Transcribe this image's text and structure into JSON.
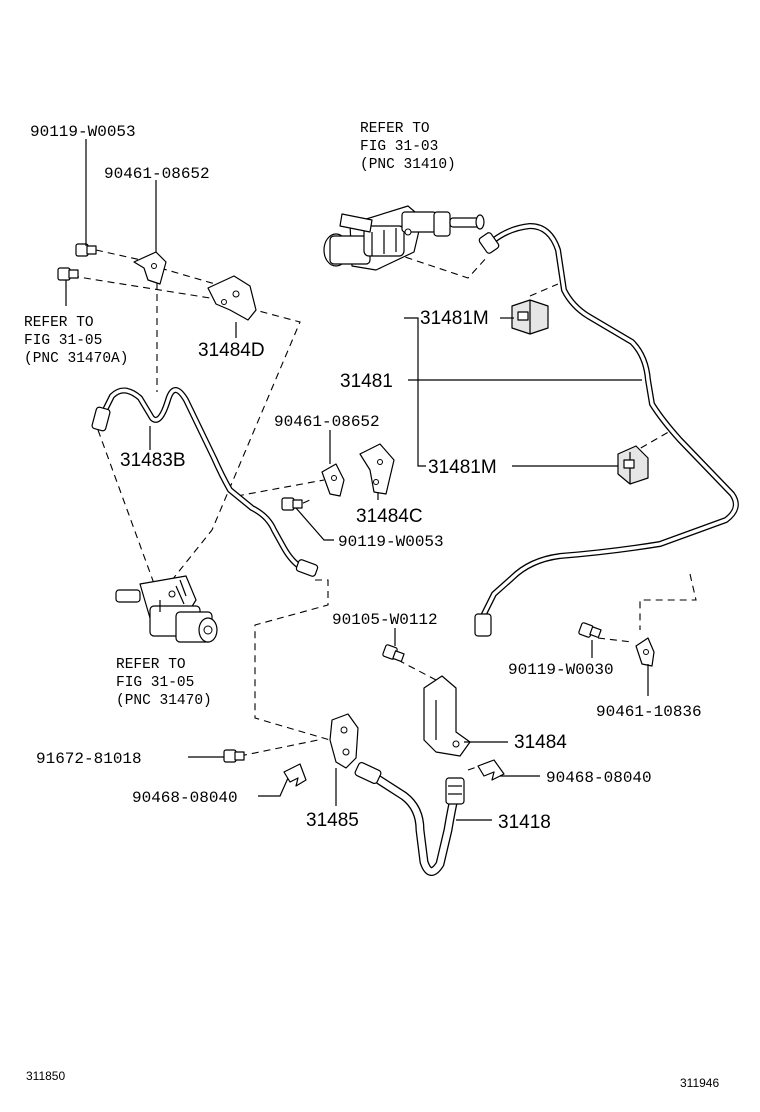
{
  "diagram": {
    "labels": {
      "bolt_top_left": "90119-W0053",
      "clamp_top_left": "90461-08652",
      "refer_master_1": "REFER TO",
      "refer_master_2": "FIG 31-03",
      "refer_master_3": "(PNC 31410)",
      "refer_left_1": "REFER TO",
      "refer_left_2": "FIG 31-05",
      "refer_left_3": "(PNC 31470A)",
      "bracket_d": "31484D",
      "tube_b": "31483B",
      "clamp_m_upper": "31481M",
      "tube_main": "31481",
      "clamp_mid": "90461-08652",
      "clamp_m_lower": "31481M",
      "bracket_c": "31484C",
      "bolt_mid": "90119-W0053",
      "bolt_right_mid": "90105-W0112",
      "bolt_right": "90119-W0030",
      "clamp_right": "90461-10836",
      "refer_slave_1": "REFER TO",
      "refer_slave_2": "FIG 31-05",
      "refer_slave_3": "(PNC 31470)",
      "bolt_bottom_left": "91672-81018",
      "clip_bottom_left": "90468-08040",
      "bracket_31485": "31485",
      "bracket_31484": "31484",
      "clip_bottom_right": "90468-08040",
      "hose": "31418",
      "code_left": "311850",
      "code_right": "311946"
    }
  }
}
